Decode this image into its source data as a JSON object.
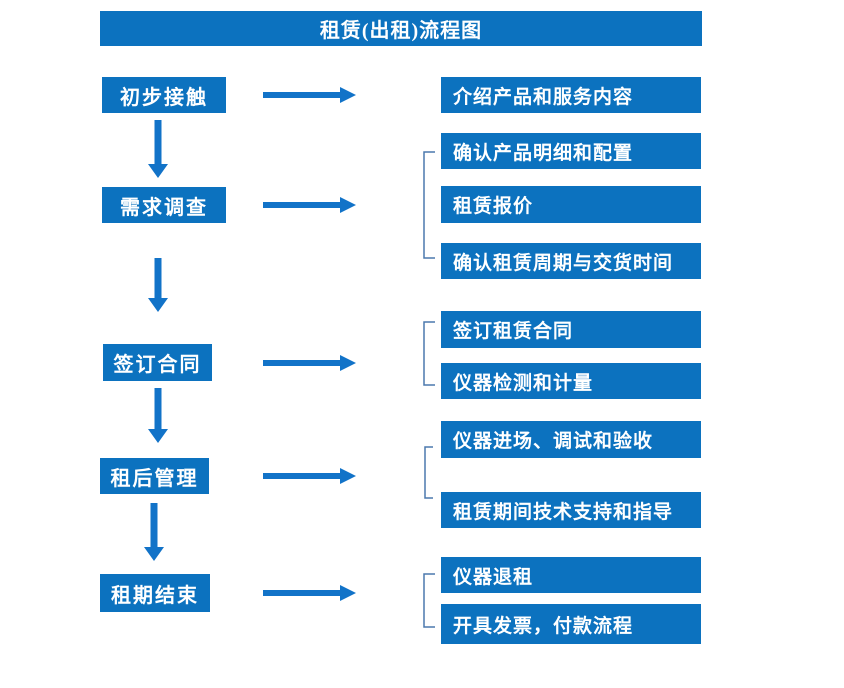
{
  "title": "租赁(出租)流程图",
  "colors": {
    "primary_blue": "#0c72bf",
    "arrow_blue": "#1273c8",
    "bracket_blue": "#4b79ad",
    "text_color": "#ffffff",
    "background": "#ffffff"
  },
  "flow": {
    "steps": [
      {
        "label": "初步接触",
        "details": [
          "介绍产品和服务内容"
        ]
      },
      {
        "label": "需求调查",
        "details": [
          "确认产品明细和配置",
          "租赁报价",
          "确认租赁周期与交货时间"
        ]
      },
      {
        "label": "签订合同",
        "details": [
          "签订租赁合同",
          "仪器检测和计量"
        ]
      },
      {
        "label": "租后管理",
        "details": [
          "仪器进场、调试和验收",
          "租赁期间技术支持和指导"
        ]
      },
      {
        "label": "租期结束",
        "details": [
          "仪器退租",
          "开具发票，付款流程"
        ]
      }
    ]
  }
}
